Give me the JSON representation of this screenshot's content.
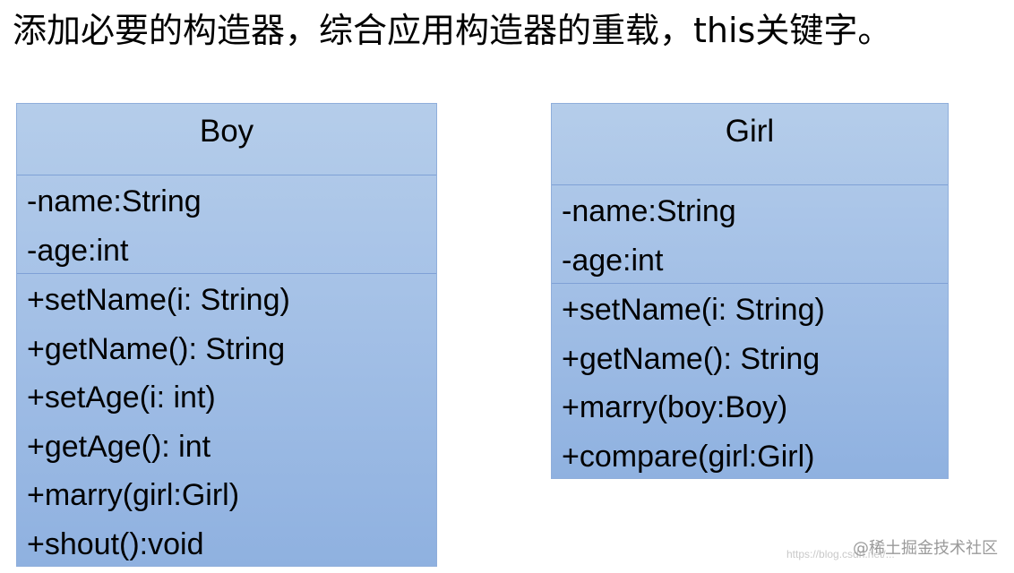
{
  "heading": "添加必要的构造器，综合应用构造器的重载，this关键字。",
  "classes": {
    "boy": {
      "name": "Boy",
      "attributes": [
        "-name:String",
        "-age:int"
      ],
      "methods": [
        "+setName(i: String)",
        "+getName(): String",
        "+setAge(i: int)",
        "+getAge(): int",
        "+marry(girl:Girl)",
        "+shout():void"
      ]
    },
    "girl": {
      "name": "Girl",
      "attributes": [
        "-name:String",
        "-age:int"
      ],
      "methods": [
        "+setName(i: String)",
        "+getName(): String",
        "+marry(boy:Boy)",
        "+compare(girl:Girl)"
      ]
    }
  },
  "watermark": {
    "text": "@稀土掘金技术社区",
    "url": "https://blog.csdn.net/..."
  },
  "colors": {
    "box_top": "#b5cdea",
    "box_bottom": "#8fb1e0",
    "divider": "#7fa1d6"
  }
}
